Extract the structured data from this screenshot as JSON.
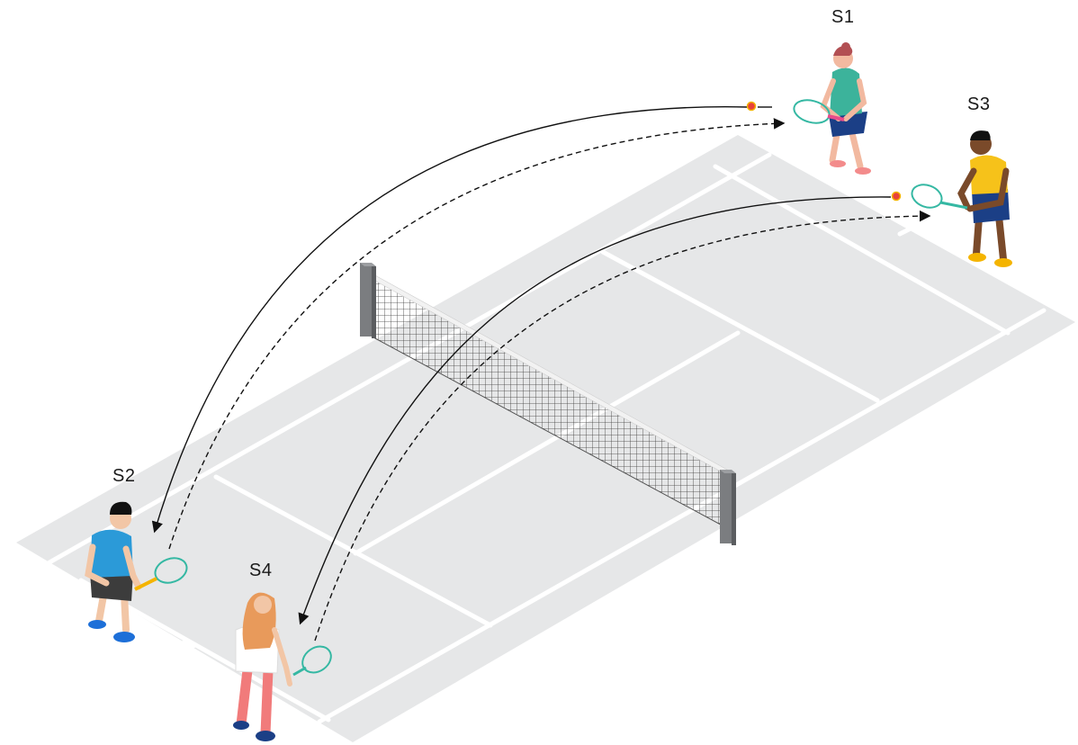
{
  "players": [
    {
      "id": "s1",
      "label": "S1"
    },
    {
      "id": "s2",
      "label": "S2"
    },
    {
      "id": "s3",
      "label": "S3"
    },
    {
      "id": "s4",
      "label": "S4"
    }
  ],
  "colors": {
    "court": "#e6e7e8",
    "lines": "#ffffff",
    "net_post": "#7b7d80",
    "racket": "#35b8a3",
    "ball": "#e8423a",
    "arrow": "#111111"
  },
  "icons": [
    "tennis-player",
    "tennis-racket",
    "tennis-ball",
    "tennis-net"
  ]
}
